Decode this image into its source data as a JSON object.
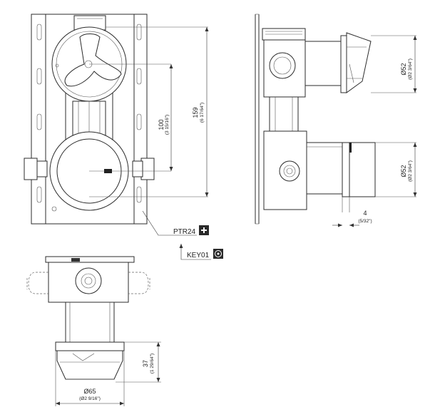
{
  "dimensions": {
    "spacing_100": {
      "value": "100",
      "inch": "(3 15/16\")"
    },
    "height_159": {
      "value": "159",
      "inch": "(6 17/64\")"
    },
    "diameter_52_top": {
      "value": "Ø52",
      "inch": "(Ø2 3/64\")"
    },
    "diameter_52_bottom": {
      "value": "Ø52",
      "inch": "(Ø2 3/64\")"
    },
    "offset_4": {
      "value": "4",
      "inch": "(5/32\")"
    },
    "depth_37": {
      "value": "37",
      "inch": "(1 29/64\")"
    },
    "diameter_65": {
      "value": "Ø65",
      "inch": "(Ø2 9/16\")"
    }
  },
  "callouts": {
    "ptr": {
      "code": "PTR24",
      "icon": "plus-icon"
    },
    "key": {
      "code": "KEY01",
      "icon": "key-tool-icon"
    }
  }
}
